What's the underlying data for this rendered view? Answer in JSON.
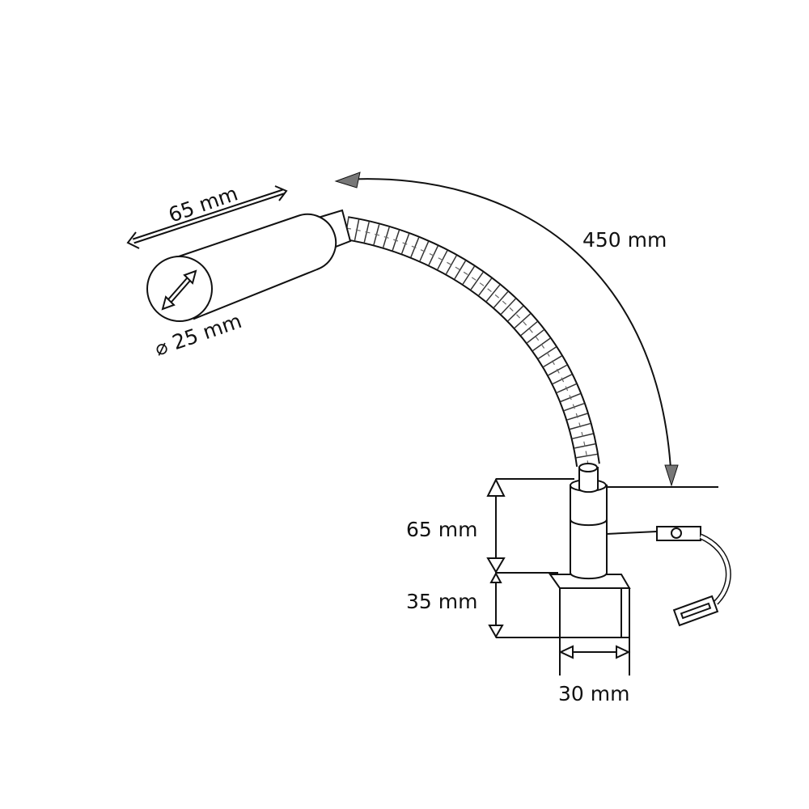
{
  "labels": {
    "head_length": "65 mm",
    "head_diameter": "⌀ 25 mm",
    "arm_length": "450 mm",
    "post_height": "65 mm",
    "base_height": "35 mm",
    "base_width": "30 mm"
  },
  "colors": {
    "line": "#111111",
    "background": "#ffffff"
  }
}
